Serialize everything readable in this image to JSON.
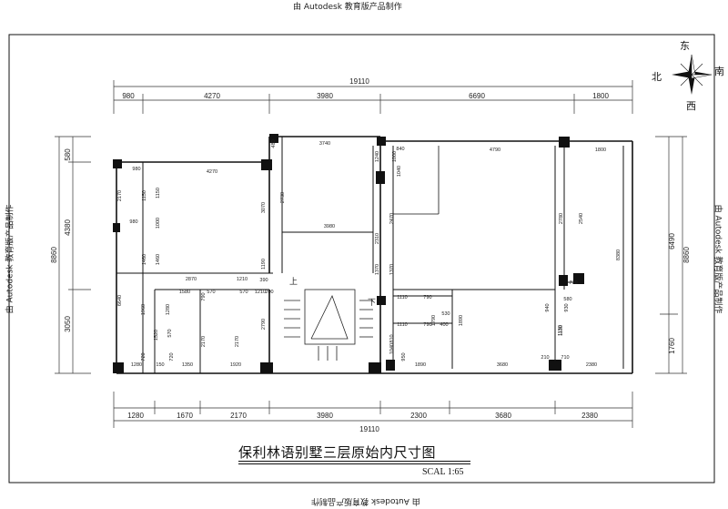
{
  "watermark": "由 Autodesk 教育版产品制作",
  "title": "保利林语别墅三层原始内尺寸图",
  "scale": "SCAL 1:65",
  "compass": {
    "north": "北",
    "south": "南",
    "east": "东",
    "west": "西"
  },
  "stair_labels": {
    "up": "上",
    "down": "下"
  },
  "top_total": "19110",
  "top_segments": [
    "980",
    "4270",
    "3980",
    "6690",
    "1800"
  ],
  "bottom_total": "19110",
  "bottom_segments": [
    "1280",
    "1670",
    "2170",
    "3980",
    "2300",
    "3680",
    "2380"
  ],
  "left_outer": [
    "580",
    "4380",
    "3050"
  ],
  "left_total": "8860",
  "right_outer": [
    "6490",
    "1760"
  ],
  "right_total": "8860",
  "interior_dims": [
    "980",
    "4270",
    "3740",
    "480",
    "840",
    "4790",
    "1800",
    "2170",
    "1150",
    "1150",
    "3070",
    "2730",
    "1240",
    "1000",
    "980",
    "1000",
    "3980",
    "2470",
    "2310",
    "1040",
    "1460",
    "1460",
    "1190",
    "1370",
    "1370",
    "2780",
    "2540",
    "8380",
    "2870",
    "1210",
    "390",
    "1580",
    "570",
    "570",
    "1210",
    "200",
    "770",
    "580",
    "6640",
    "1280",
    "1960",
    "790",
    "570",
    "2170",
    "2170",
    "2790",
    "1110",
    "790",
    "530",
    "1110",
    "790",
    "400",
    "940",
    "1130",
    "930",
    "1130",
    "1520",
    "720",
    "720",
    "150",
    "1350",
    "1920",
    "1890",
    "3680",
    "2380",
    "1280",
    "1040",
    "810",
    "950",
    "1790",
    "1890",
    "210",
    "710"
  ]
}
